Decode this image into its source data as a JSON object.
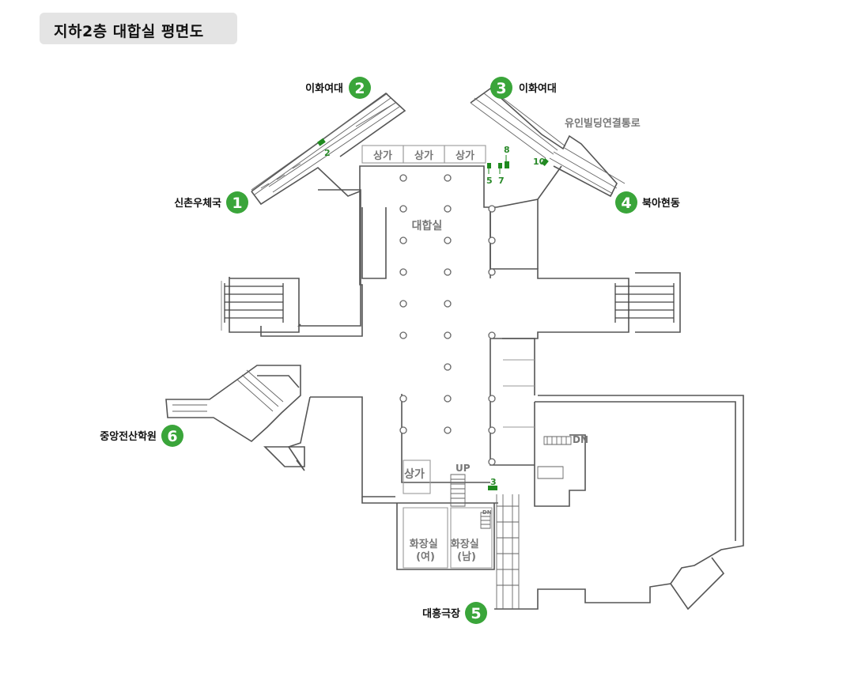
{
  "title": "지하2층 대합실 평면도",
  "colors": {
    "exit_badge": "#3aa53a",
    "gate_marker": "#1f8a1f",
    "title_bg": "#e4e4e4"
  },
  "exits": [
    {
      "num": "1",
      "label": "신촌우체국"
    },
    {
      "num": "2",
      "label": "이화여대"
    },
    {
      "num": "3",
      "label": "이화여대"
    },
    {
      "num": "4",
      "label": "북아현동"
    },
    {
      "num": "5",
      "label": "대흥극장"
    },
    {
      "num": "6",
      "label": "중앙전산학원"
    }
  ],
  "connection_passage": "유인빌딩연결통로",
  "rooms": {
    "shops_top": [
      "상가",
      "상가",
      "상가"
    ],
    "concourse": "대합실",
    "shop_bottom": "상가",
    "toilet_female": "화장실\n(여)",
    "toilet_male": "화장실\n(남)"
  },
  "stair_labels": {
    "up": "UP",
    "dn_large": "DN",
    "dn_small": "DN"
  },
  "gate_numbers": [
    "2",
    "3",
    "5",
    "7",
    "8",
    "10"
  ]
}
